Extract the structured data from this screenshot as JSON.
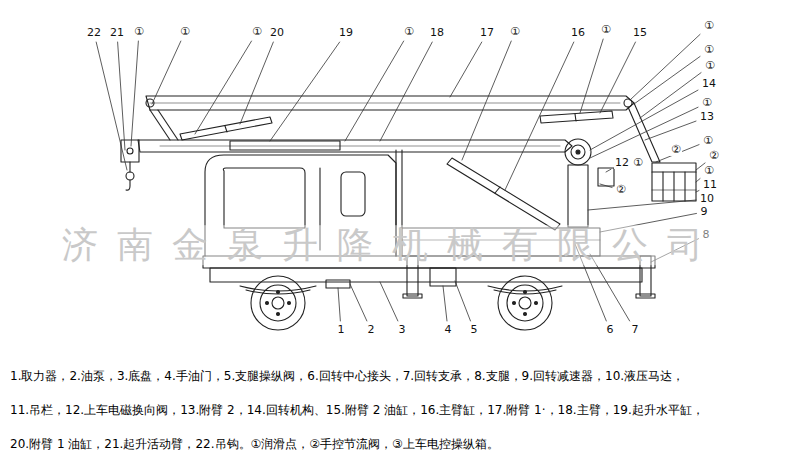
{
  "diagram": {
    "labels": [
      "22",
      "21",
      "①",
      "①",
      "①",
      "20",
      "19",
      "①",
      "18",
      "17",
      "①",
      "16",
      "①",
      "15",
      "①",
      "①",
      "①",
      "14",
      "①",
      "13",
      "①",
      "②",
      "②",
      "12",
      "①",
      "①",
      "②",
      "11",
      "10",
      "9",
      "8",
      "1",
      "2",
      "3",
      "4",
      "5",
      "6",
      "7",
      "济南金泉升降机械有限公司",
      "1.取力器，2.油泵，3.底盘，4.手油门，5.支腿操纵阀，6.回转中心接头，7.回转支承，8.支腿，9.回转减速器，10.液压马达，",
      "11.吊栏，12.上车电磁换向阀，13.附臂 2，14.回转机构、15.附臂 2 油缸，16.主臂缸，17.附臂 1·，18.主臂，19.起升水平缸，",
      "20.附臂 1 油缸，21.起升活动臂，22.吊钩。①润滑点，②手控节流阀，③上车电控操纵箱。"
    ]
  }
}
